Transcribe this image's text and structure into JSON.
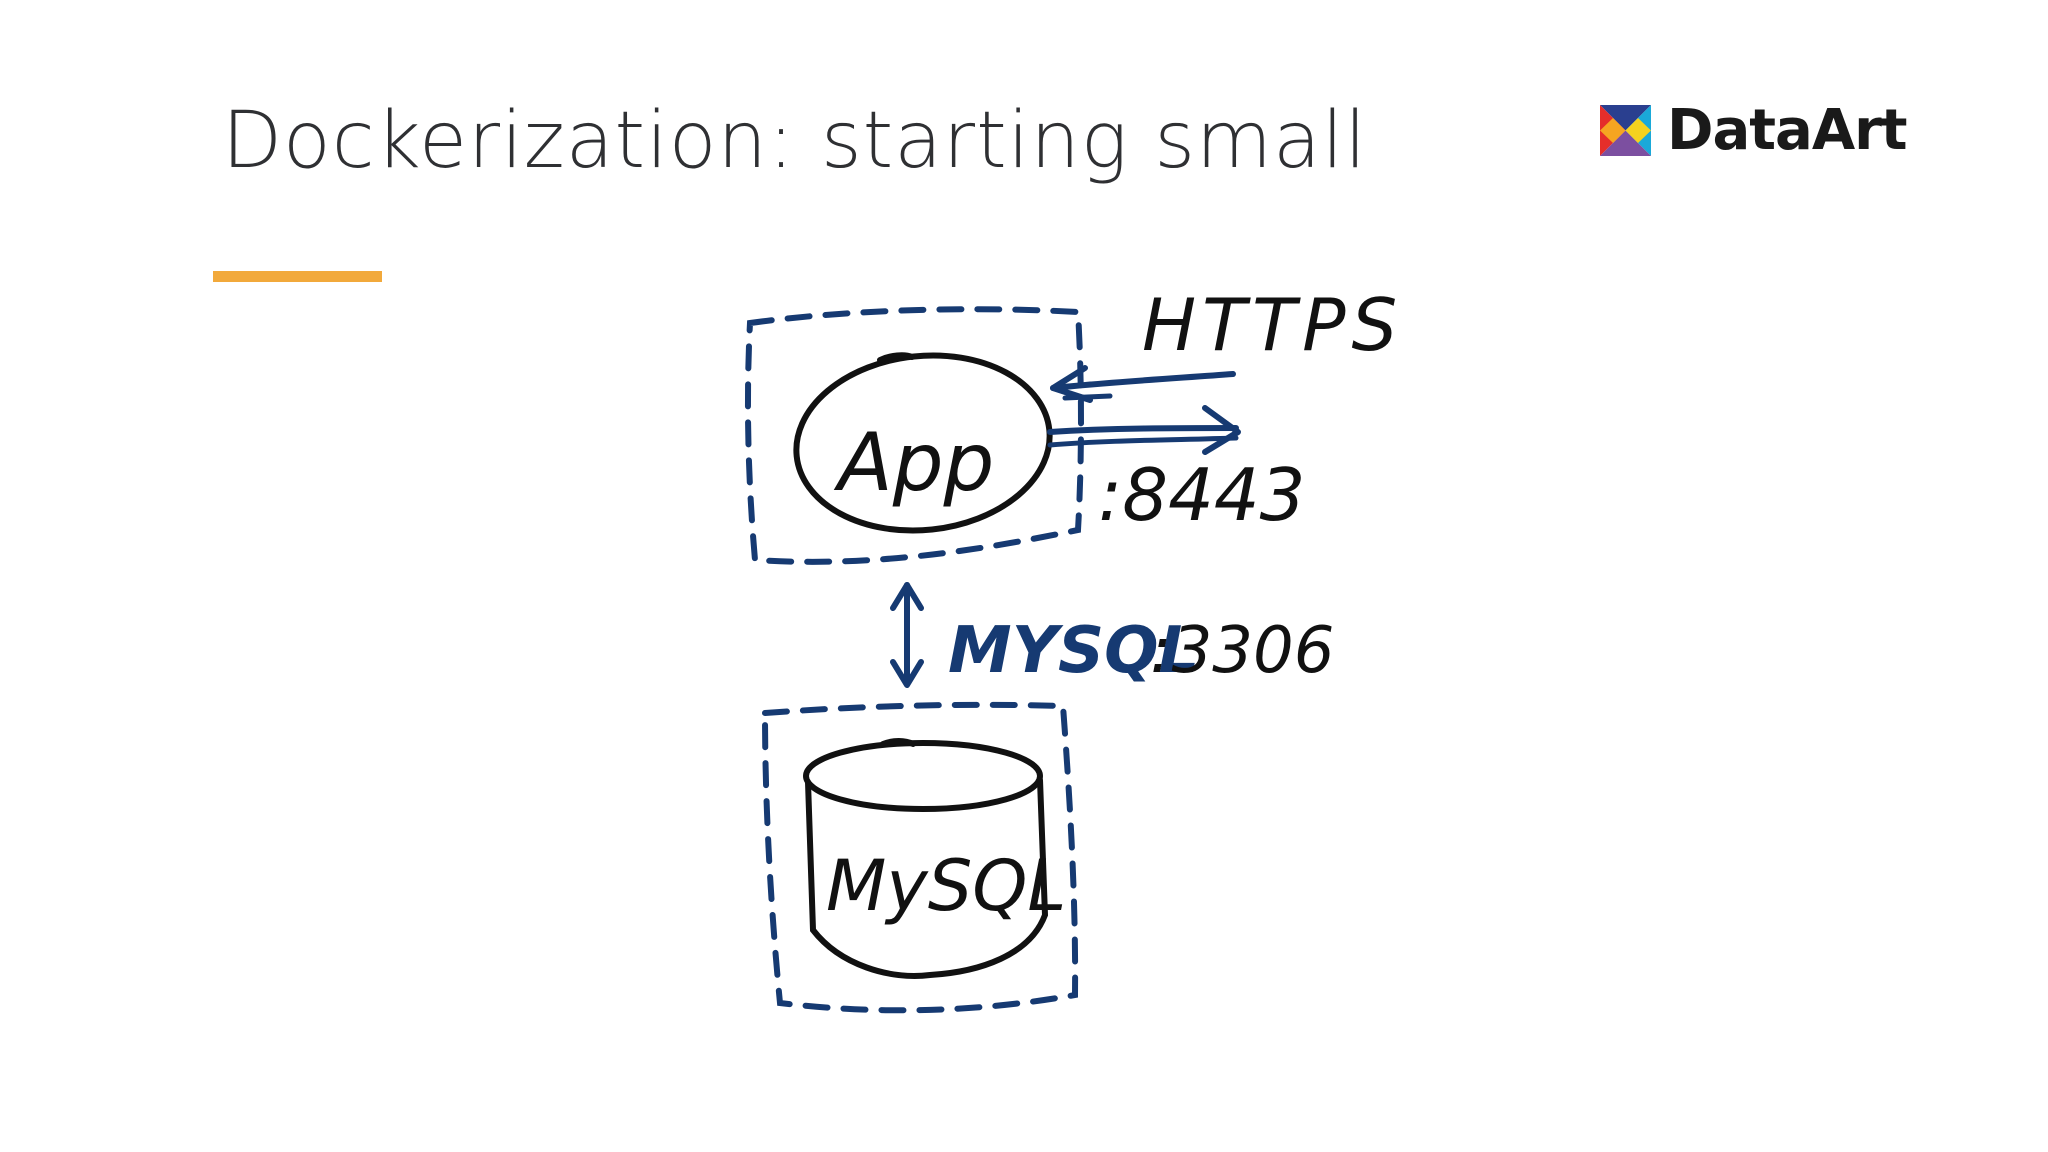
{
  "slide": {
    "title": "Dockerization: starting small"
  },
  "logo": {
    "name": "DataArt"
  },
  "diagram": {
    "app_label": "App",
    "database_label": "MySQL",
    "protocol_label": "HTTPS",
    "app_port": ":8443",
    "db_link_protocol": "MYSQL",
    "db_link_port": ":3306"
  },
  "colors": {
    "accent": "#f2a93b",
    "ink": "#111111",
    "dash_blue": "#163a72",
    "title": "#2f3033"
  }
}
